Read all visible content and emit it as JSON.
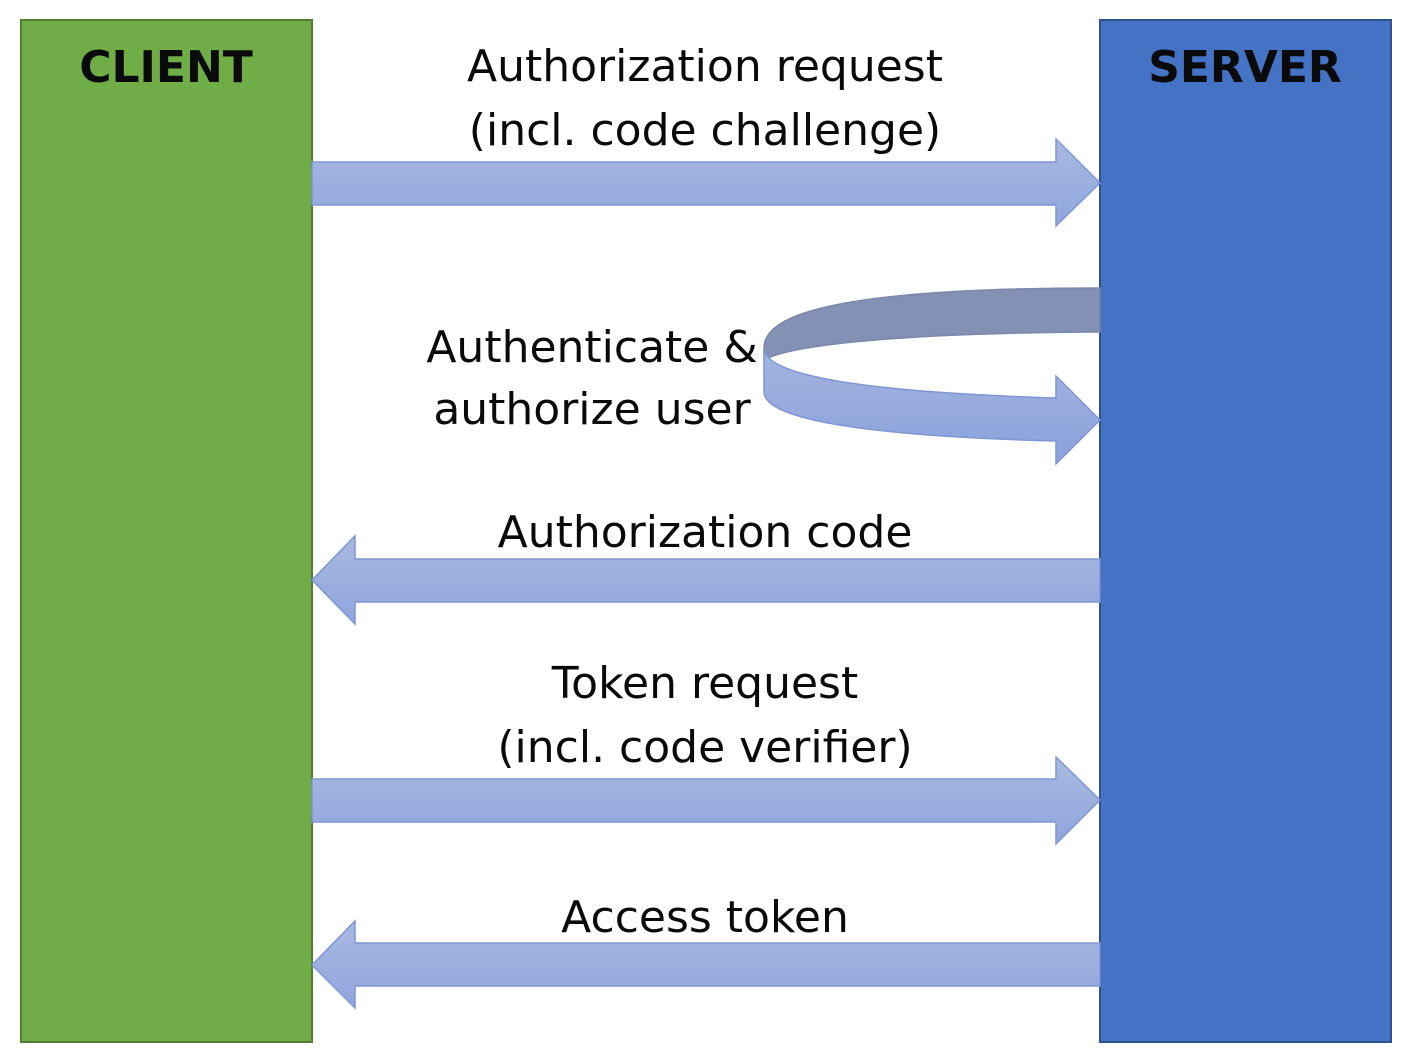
{
  "client": {
    "title": "CLIENT"
  },
  "server": {
    "title": "SERVER"
  },
  "messages": [
    {
      "direction": "to-server",
      "lines": [
        "Authorization request",
        "(incl. code challenge)"
      ]
    },
    {
      "direction": "self-server",
      "lines": [
        "Authenticate &",
        "authorize user"
      ]
    },
    {
      "direction": "to-client",
      "lines": [
        "Authorization code"
      ]
    },
    {
      "direction": "to-server",
      "lines": [
        "Token request",
        "(incl. code verifier)"
      ]
    },
    {
      "direction": "to-client",
      "lines": [
        "Access token"
      ]
    }
  ],
  "colors": {
    "client_fill": "#70AD47",
    "client_border": "#507E32",
    "server_fill": "#4472C4",
    "server_border": "#2F528F",
    "arrow_light": "#A7B7E0",
    "arrow_dark": "#8EA7DE",
    "arrow_stroke": "#7F96D3",
    "loop_back": "#8391B4"
  }
}
